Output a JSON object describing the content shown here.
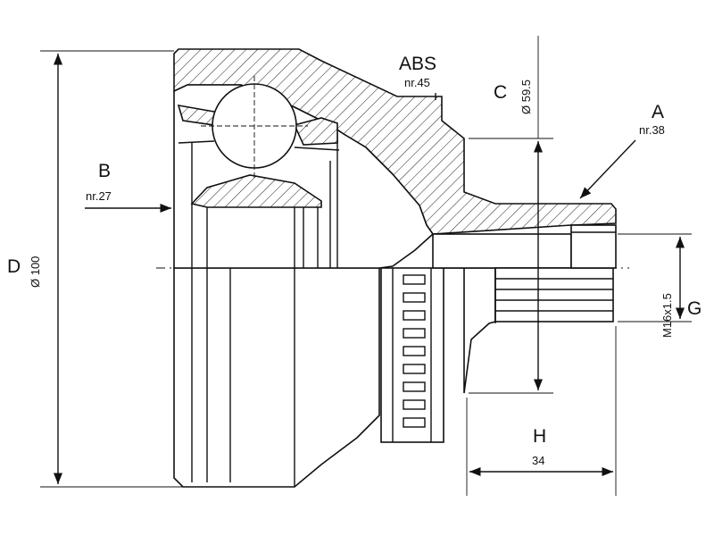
{
  "labels": {
    "abs": "ABS",
    "abs_nr": "nr.45",
    "a": "A",
    "a_nr": "nr.38",
    "b": "B",
    "b_nr": "nr.27",
    "c": "C",
    "c_dim": "Ø 59.5",
    "d": "D",
    "d_dim": "Ø 100",
    "g": "G",
    "g_dim": "M16x1.5",
    "h": "H",
    "h_dim": "34"
  }
}
